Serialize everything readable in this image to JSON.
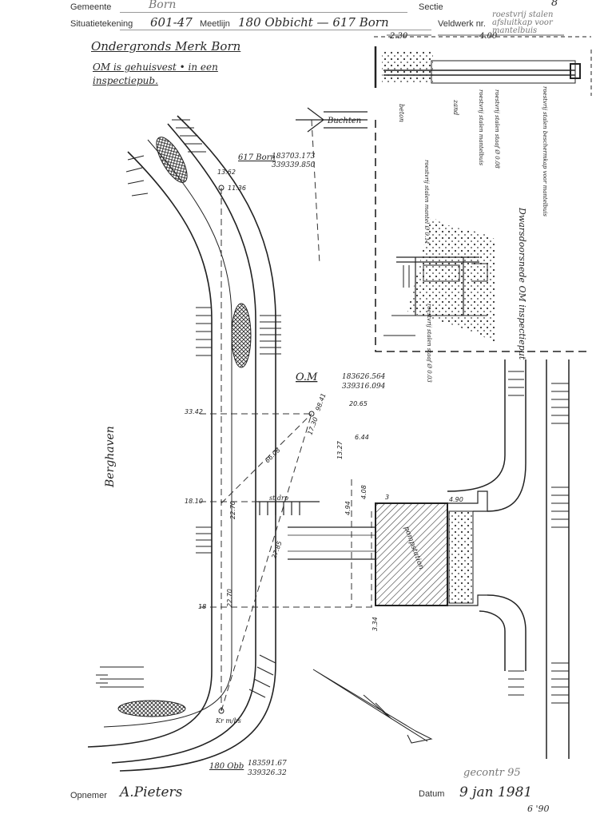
{
  "header": {
    "gemeente_label": "Gemeente",
    "gemeente_value": "Born",
    "sectie_label": "Sectie",
    "sectie_value": "8",
    "situatie_label": "Situatietekening",
    "situatie_value": "601-47",
    "meetlijn_label": "Meetlijn",
    "meetlijn_value": "180 Obbicht — 617 Born",
    "veldwerk_label": "Veldwerk nr.",
    "veldwerk_note": "roestvrij stalen afsluitkap voor mantelbuis"
  },
  "title": {
    "line1": "Ondergronds Merk Born",
    "line2": "OM is gehuisvest • in een",
    "line3": "inspectiepub."
  },
  "plan_labels": {
    "buchten": "Buchten",
    "point_617": "617 Born",
    "coord_617_x": "183703.173",
    "coord_617_y": "339339.850",
    "om": "O.M",
    "coord_om_x": "183626.564",
    "coord_om_y": "339316.094",
    "street": "Berghaven",
    "pumping_station": "pompstation",
    "st_drp": "st drp",
    "kr_m": "Kr m/bs",
    "point_180": "180 Obb",
    "coord_180_x": "183591.67",
    "coord_180_y": "339326.32"
  },
  "measurements": {
    "m1": "13.62",
    "m2": "11.36",
    "m3": "33.42",
    "m4": "98.41",
    "m5": "17.30",
    "m6": "20.65",
    "m7": "6.44",
    "m8": "13.27",
    "m9": "66.08",
    "m10": "18.10",
    "m11": "22.70",
    "m12": "27.85",
    "m13": "4.94",
    "m14": "4.08",
    "m15": "3",
    "m16": "4.90",
    "m17": "18",
    "m18": "22.70",
    "m19": "3.34"
  },
  "detail": {
    "d1": "2.30",
    "d2": "4.00",
    "beton": "beton",
    "zand": "zand",
    "mantelbuis": "roestvrij stalen mantelbuis",
    "staaf": "roestvrij stalen staaf Ø 0.08",
    "bescherm": "roestvrij stalen beschermkap voor mantelbuis",
    "side_label": "Dwarsdoorsnede OM inspectieput",
    "mantel2": "roestvrij stalen mantel Ø 0.11",
    "staaf2": "roestvrij stalen staaf Ø 0.03"
  },
  "footer": {
    "opnemer_label": "Opnemer",
    "opnemer_sig": "A.Pieters",
    "datum_label": "Datum",
    "datum_value": "9 jan 1981",
    "gecontr": "gecontr 95",
    "corner": "6 '90"
  }
}
